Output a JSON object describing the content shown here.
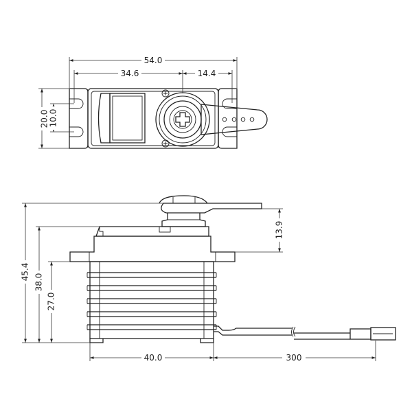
{
  "top_view": {
    "dims": {
      "overall_width": "54.0",
      "hole_to_shaft": "34.6",
      "shaft_to_hole": "14.4",
      "mount_height": "20.0",
      "hole_spacing": "10.0"
    }
  },
  "side_view": {
    "dims": {
      "total_height": "45.4",
      "body_height": "38.0",
      "mount_height": "27.0",
      "horn_height": "13.9",
      "body_width": "40.0",
      "cable_length": "300"
    }
  }
}
